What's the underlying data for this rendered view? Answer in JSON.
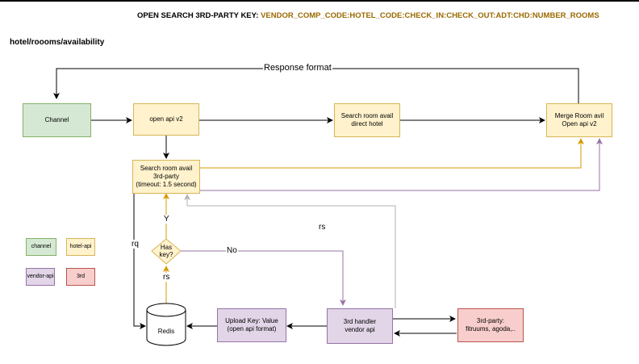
{
  "header": {
    "label": "OPEN SEARCH 3RD-PARTY KEY:",
    "key": "VENDOR_COMP_CODE:HOTEL_CODE:CHECK_IN:CHECK_OUT:ADT:CHD:NUMBER_ROOMS"
  },
  "path_title": "hotel/roooms/availability",
  "nodes": {
    "channel": "Channel",
    "open_api": "open api v2",
    "search_direct": "Search room avail\ndirect hotel",
    "merge": "Merge Room avil\nOpen api v2",
    "search_3rd": "Search room avail\n3rd-party\n(timeout: 1.5 second)",
    "has_key": "Has\nkey?",
    "redis": "Redis",
    "upload_key": "Upload Key: Value\n(open api format)",
    "handler": "3rd handler\nvendor api",
    "third_party": "3rd-party:\nfitruums, agoda,.."
  },
  "edge_labels": {
    "response_format": "Response format",
    "yes": "Y",
    "no": "No",
    "rs_handler": "rs",
    "rs_redis": "rs",
    "rq": "rq"
  },
  "legend": {
    "channel": "channel",
    "hotel_api": "hotel-api",
    "vendor_api": "vendor-api",
    "third": "3rd"
  },
  "colors": {
    "green_fill": "#d5e8d4",
    "yellow_fill": "#fff2cc",
    "purple_fill": "#e1d5e7",
    "red_fill": "#f8cecc",
    "orange_edge": "#d79b00",
    "purple_edge": "#9673a6",
    "gray_edge": "#b3b3b3",
    "header_key": "#9a6a00"
  }
}
